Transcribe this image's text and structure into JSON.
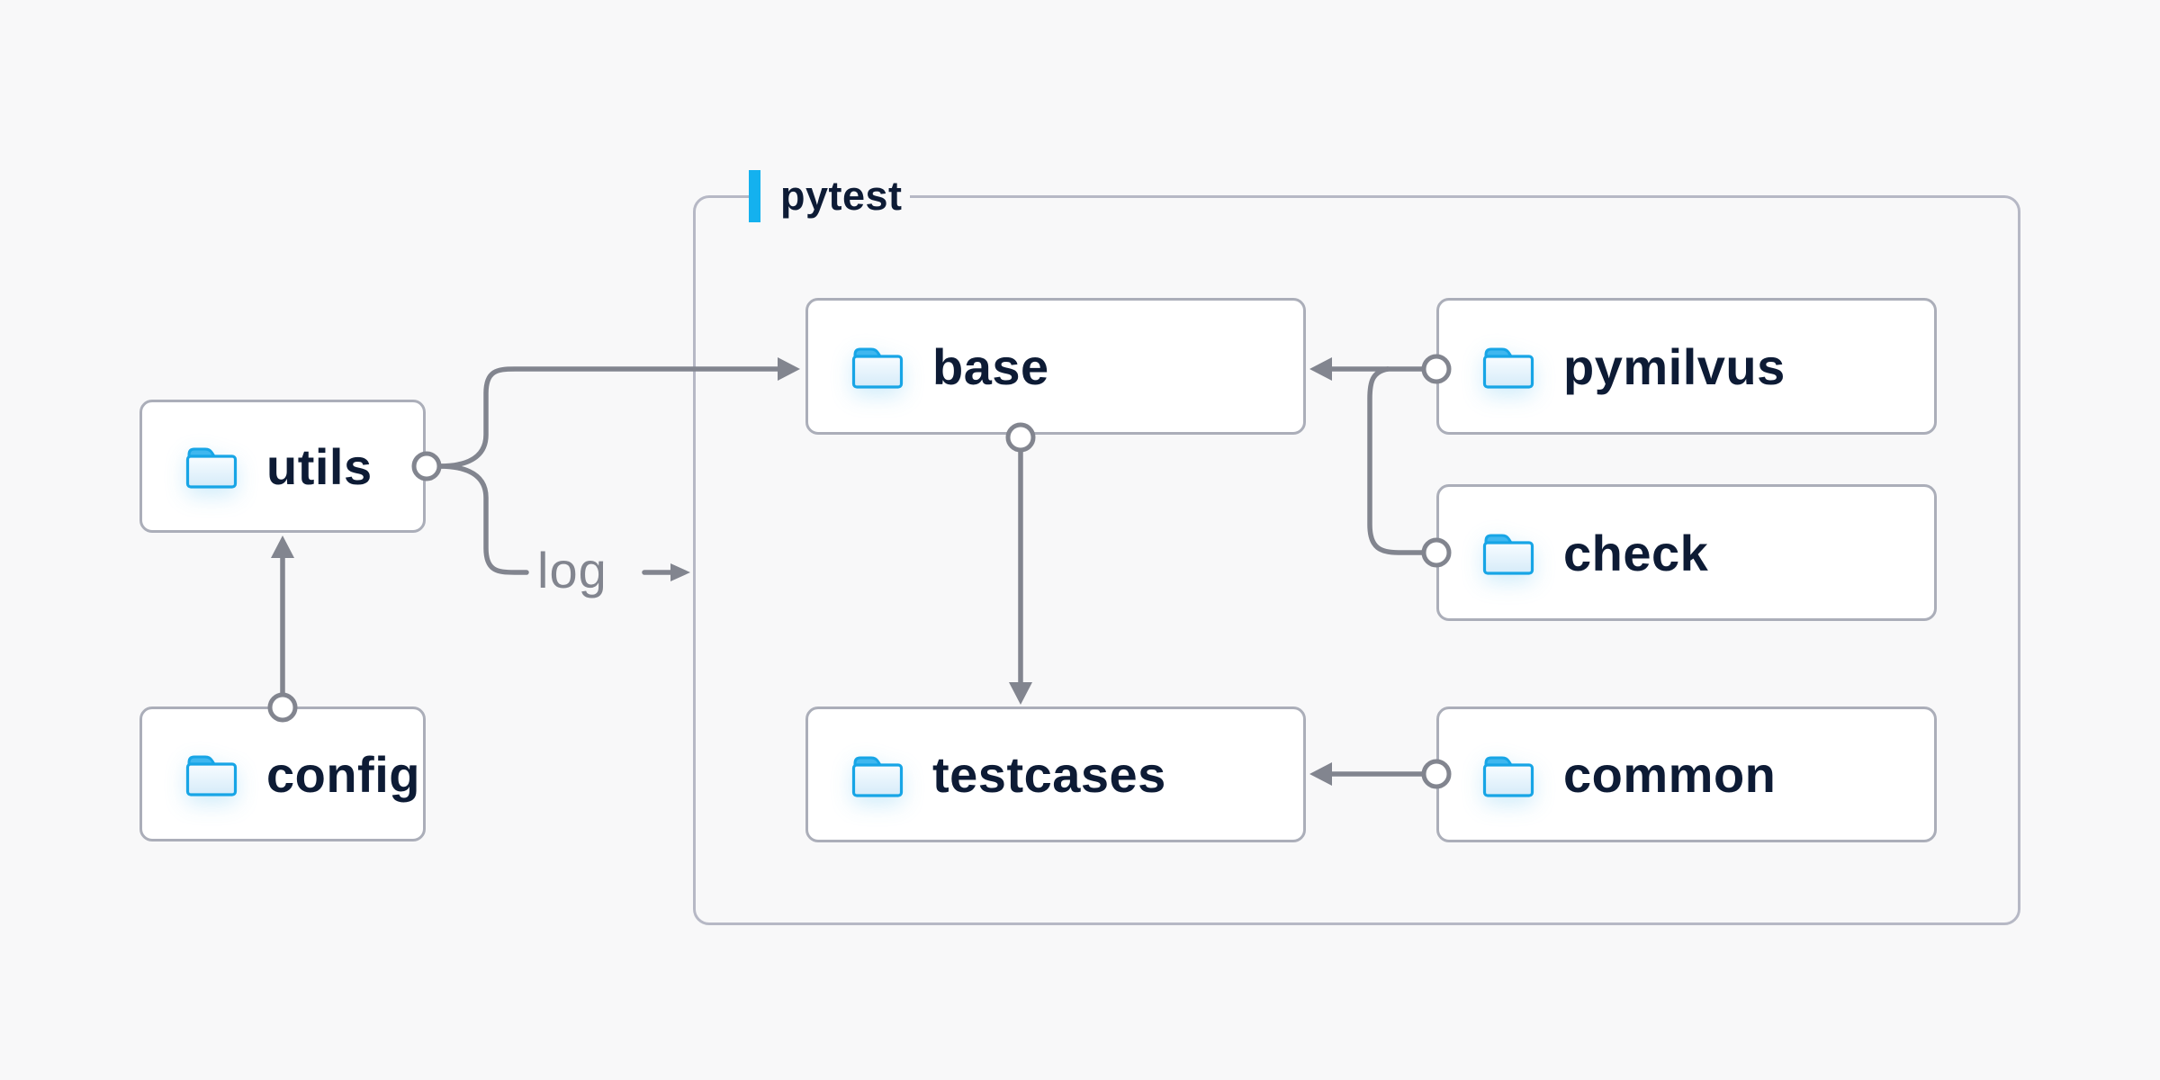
{
  "diagram": {
    "container": {
      "label": "pytest"
    },
    "nodes": {
      "utils": {
        "label": "utils"
      },
      "config": {
        "label": "config"
      },
      "base": {
        "label": "base"
      },
      "pymilvus": {
        "label": "pymilvus"
      },
      "check": {
        "label": "check"
      },
      "testcases": {
        "label": "testcases"
      },
      "common": {
        "label": "common"
      }
    },
    "edge_label_log": "log",
    "edges": [
      {
        "from": "config",
        "to": "utils",
        "style": "arrow"
      },
      {
        "from": "utils",
        "to": "base",
        "style": "arrow"
      },
      {
        "from": "utils",
        "to": "pytest",
        "style": "arrow",
        "label": "log"
      },
      {
        "from": "pymilvus",
        "to": "base",
        "style": "arrow"
      },
      {
        "from": "check",
        "to": "base",
        "style": "arrow"
      },
      {
        "from": "base",
        "to": "testcases",
        "style": "arrow"
      },
      {
        "from": "common",
        "to": "testcases",
        "style": "arrow"
      }
    ],
    "icons": {
      "node_icon": "folder-icon"
    },
    "colors": {
      "background": "#f8f8f9",
      "node_fill": "#ffffff",
      "node_border": "#abaeb9",
      "container_border": "#b6b8c5",
      "connector_gray": "#82858f",
      "accent_bar_blue": "#14b1ef",
      "folder_blue": "#17a5e6",
      "node_text": "#0d1b35",
      "edge_label_text": "#82858f"
    }
  }
}
